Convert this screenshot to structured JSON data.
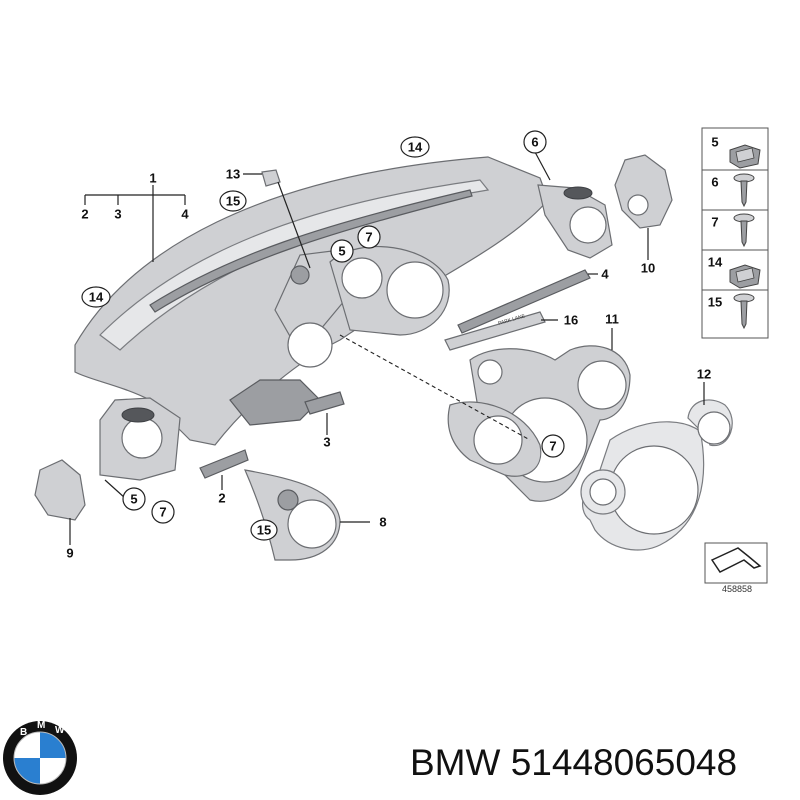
{
  "diagram": {
    "callouts": {
      "c1": "1",
      "c2": "2",
      "c3": "3",
      "c4": "4",
      "c13": "13",
      "c15_top": "15",
      "c14_top": "14",
      "c6": "6",
      "c5_mid": "5",
      "c7_mid": "7",
      "c4_strip": "4",
      "c10": "10",
      "c14_left": "14",
      "c16": "16",
      "c11": "11",
      "c12": "12",
      "c7_low": "7",
      "c3_low": "3",
      "c5_low": "5",
      "c7_left": "7",
      "c2_low": "2",
      "c15_low": "15",
      "c8": "8",
      "c9": "9"
    },
    "strip_badge": "PARK LANE",
    "legend": [
      {
        "num": "5",
        "icon": "clip-nut-icon"
      },
      {
        "num": "6",
        "icon": "screw-icon"
      },
      {
        "num": "7",
        "icon": "screw-icon"
      },
      {
        "num": "14",
        "icon": "clip-nut-icon"
      },
      {
        "num": "15",
        "icon": "screw-icon"
      }
    ],
    "reference_number": "458858"
  },
  "footer": {
    "brand": "BMW",
    "part_number": "51448065048",
    "logo_letters": "BMW"
  },
  "colors": {
    "part_fill": "#cfd0d3",
    "part_dark": "#9c9ea2",
    "logo_blue": "#2a7fd0",
    "logo_ring": "#111111"
  }
}
